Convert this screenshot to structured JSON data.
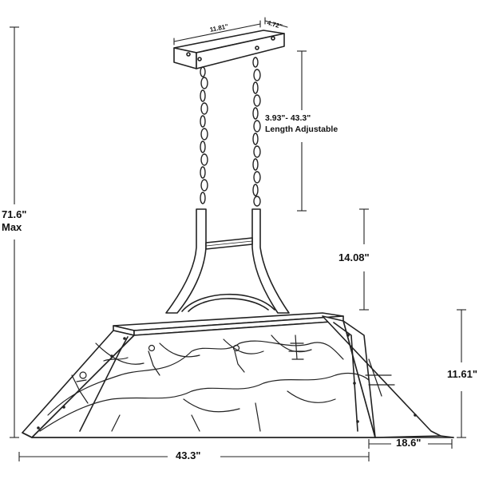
{
  "dimensions": {
    "canopy_length": "11.81\"",
    "canopy_width": "4.72\"",
    "chain_length": "3.93\"- 43.3\"",
    "chain_note": "Length Adjustable",
    "total_height": "71.6\"",
    "total_height_note": "Max",
    "frame_height": "14.08\"",
    "shade_height": "11.61\"",
    "shade_length": "43.3\"",
    "shade_depth": "18.6\""
  },
  "colors": {
    "line": "#222222",
    "fill": "#ffffff"
  }
}
